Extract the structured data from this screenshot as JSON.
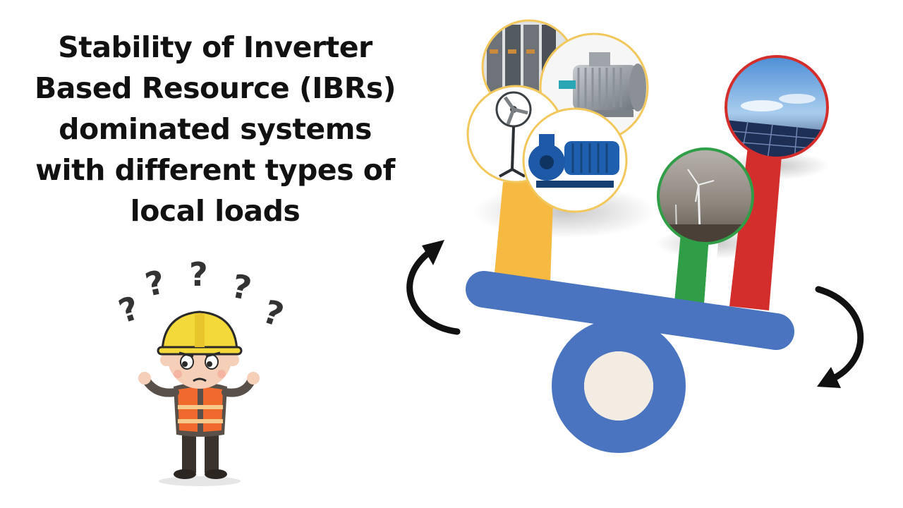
{
  "title": {
    "lines": [
      "Stability of Inverter",
      "Based Resource (IBRs)",
      "dominated systems",
      "with different types of",
      "local loads"
    ]
  },
  "character": {
    "question_mark": "?"
  },
  "colors": {
    "beam": "#4a74c0",
    "load_pillar": "#f6b942",
    "wind_pillar": "#2f9e46",
    "solar_pillar": "#d42e2c",
    "fulcrum_inner": "#f3ece3",
    "helmet": "#f4d93a",
    "vest": "#ef6a2c"
  },
  "icons": [
    "drive-panel-photo",
    "electric-motor-photo",
    "pedestal-fan-photo",
    "water-pump-photo",
    "wind-turbine-photo",
    "solar-panel-photo",
    "rotate-arrow-left-icon",
    "rotate-arrow-right-icon"
  ]
}
